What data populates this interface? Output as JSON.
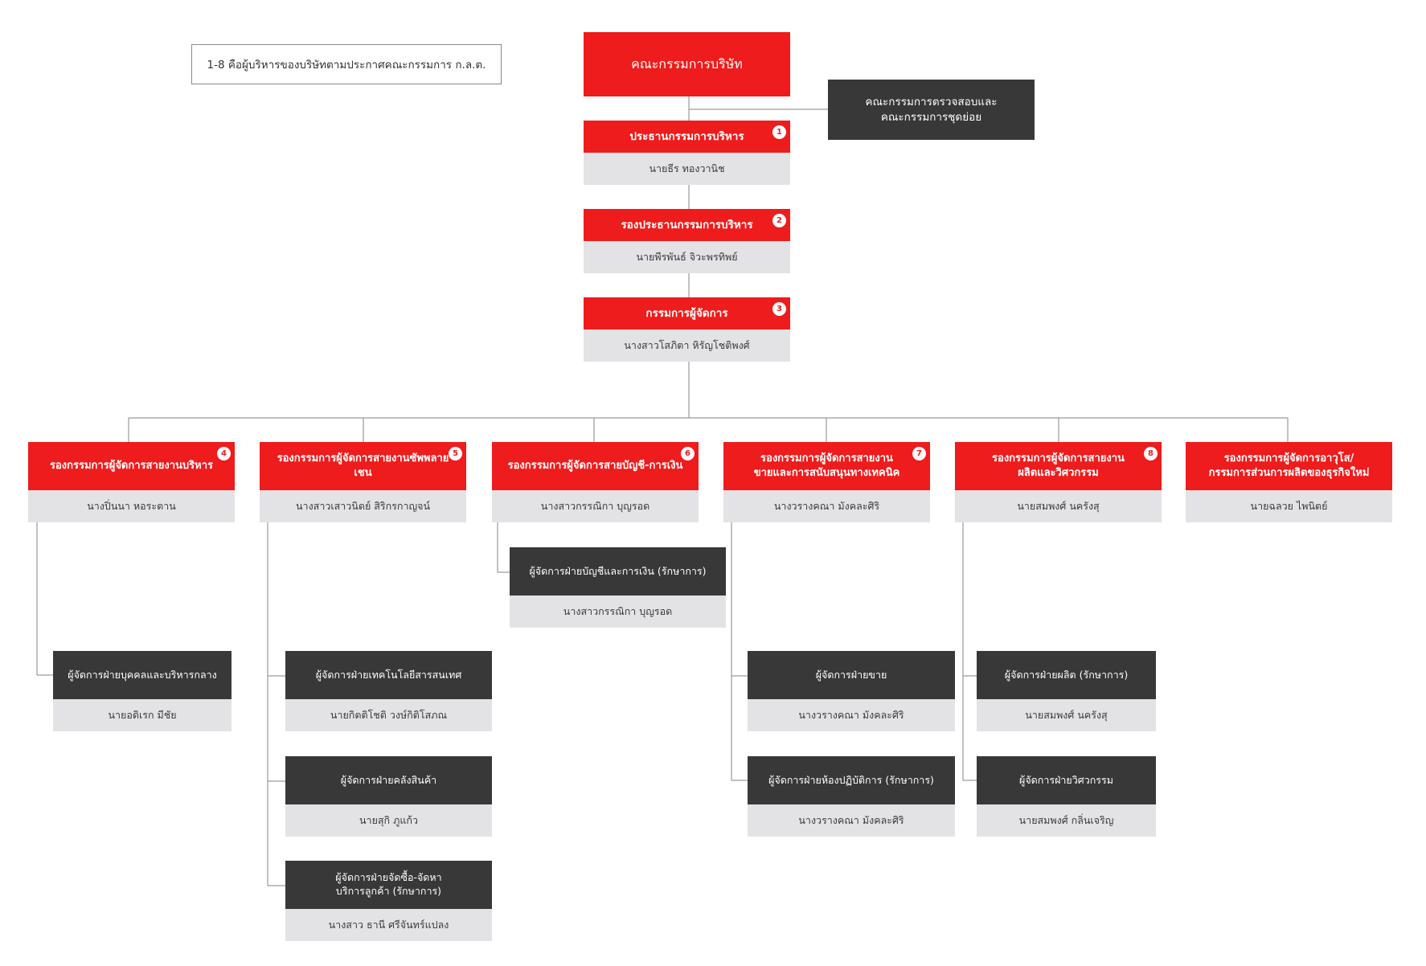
{
  "legend": "1-8 คือผู้บริหารของบริษัทตามประกาศคณะกรรมการ ก.ล.ต.",
  "board": {
    "title": [
      "คณะกรรมการบริษัท"
    ]
  },
  "committees": {
    "title": [
      "คณะกรรมการตรวจสอบและ",
      "คณะกรรมการชุดย่อย"
    ]
  },
  "chain": [
    {
      "badge": "1",
      "title": [
        "ประธานกรรมการบริหาร"
      ],
      "name": "นายธีร ทองวานิช"
    },
    {
      "badge": "2",
      "title": [
        "รองประธานกรรมการบริหาร"
      ],
      "name": "นายพีรพันธ์ จิวะพรทิพย์"
    },
    {
      "badge": "3",
      "title": [
        "กรรมการผู้จัดการ"
      ],
      "name": "นางสาวโสภิตา หิรัญโชติพงศ์"
    }
  ],
  "divisions": [
    {
      "badge": "4",
      "title": [
        "รองกรรมการผู้จัดการสายงานบริหาร"
      ],
      "name": "นางปิ่นนา หอระตาน"
    },
    {
      "badge": "5",
      "title": [
        "รองกรรมการผู้จัดการสายงานซัพพลายเชน"
      ],
      "name": "นางสาวเสาวนิตย์ สิริกรกาญจน์"
    },
    {
      "badge": "6",
      "title": [
        "รองกรรมการผู้จัดการสายบัญชี-การเงิน"
      ],
      "name": "นางสาวกรรณิกา บุญรอด"
    },
    {
      "badge": "7",
      "title": [
        "รองกรรมการผู้จัดการสายงาน",
        "ขายและการสนับสนุนทางเทคนิค"
      ],
      "name": "นางวรางคณา มังคละศิริ"
    },
    {
      "badge": "8",
      "title": [
        "รองกรรมการผู้จัดการสายงาน",
        "ผลิตและวิศวกรรม"
      ],
      "name": "นายสมพงศ์ นครังสุ"
    },
    {
      "badge": "",
      "title": [
        "รองกรรมการผู้จัดการอาวุโส/",
        "กรรมการส่วนการผลิตของธุรกิจใหม่"
      ],
      "name": "นายฉลวย ไพนิตย์"
    }
  ],
  "managers": [
    {
      "title": [
        "ผู้จัดการฝ่ายบุคคลและบริหารกลาง"
      ],
      "name": "นายอดิเรก มีชัย"
    },
    {
      "title": [
        "ผู้จัดการฝ่ายเทคโนโลยีสารสนเทศ"
      ],
      "name": "นายกิตติโชติ วงษ์กิติโสภณ"
    },
    {
      "title": [
        "ผู้จัดการฝ่ายคลังสินค้า"
      ],
      "name": "นายสุกิ ภูแก้ว"
    },
    {
      "title": [
        "ผู้จัดการฝ่ายจัดซื้อ-จัดหา",
        "บริการลูกค้า (รักษาการ)"
      ],
      "name": "นางสาว ธานี ศรีจันทร์แปลง"
    },
    {
      "title": [
        "ผู้จัดการฝ่ายบัญชีและการเงิน (รักษาการ)"
      ],
      "name": "นางสาวกรรณิกา บุญรอด"
    },
    {
      "title": [
        "ผู้จัดการฝ่ายขาย"
      ],
      "name": "นางวรางคณา มังคละศิริ"
    },
    {
      "title": [
        "ผู้จัดการฝ่ายห้องปฏิบัติการ (รักษาการ)"
      ],
      "name": "นางวรางคณา มังคละศิริ"
    },
    {
      "title": [
        "ผู้จัดการฝ่ายผลิต (รักษาการ)"
      ],
      "name": "นายสมพงศ์ นครังสุ"
    },
    {
      "title": [
        "ผู้จัดการฝ่ายวิศวกรรม"
      ],
      "name": "นายสมพงศ์ กลิ่นเจริญ"
    }
  ],
  "colors": {
    "red": "#ee1c1c",
    "dark": "#383838",
    "gray": "#e3e3e5",
    "line": "#9a9a9a"
  }
}
